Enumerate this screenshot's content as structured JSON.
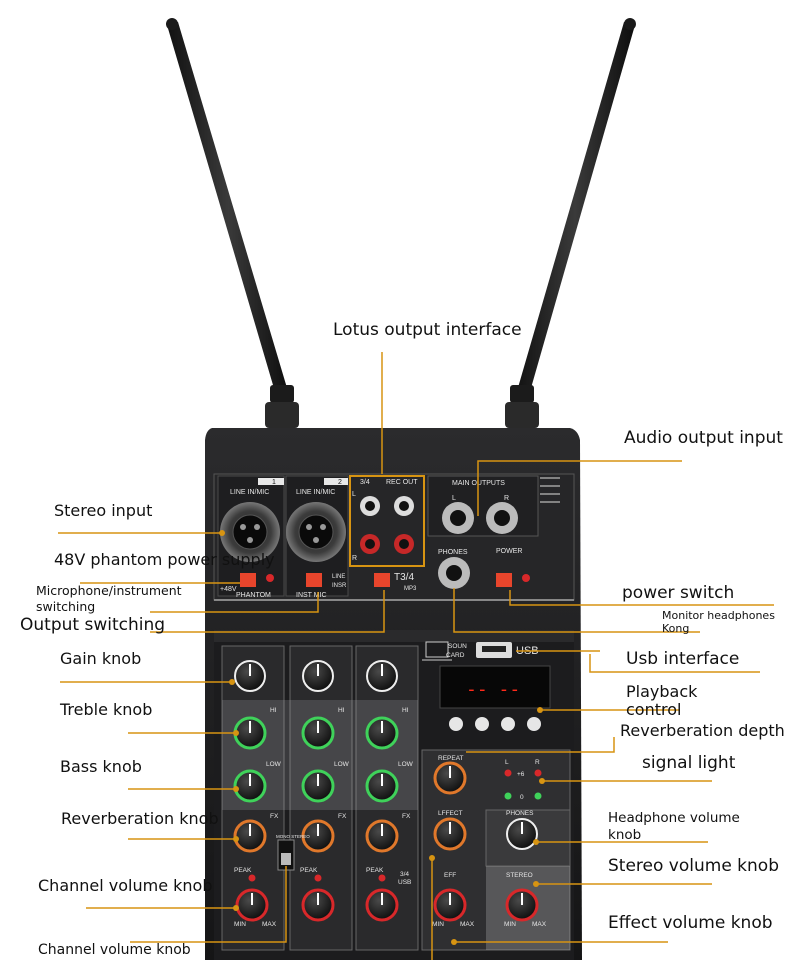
{
  "callouts": {
    "lotus_output": "Lotus output interface",
    "audio_output": "Audio output input",
    "stereo_input": "Stereo input",
    "phantom": "48V phantom power supply",
    "mic_inst_1": "Microphone/instrument",
    "mic_inst_2": "switching",
    "output_switching": "Output switching",
    "gain": "Gain knob",
    "treble": "Treble knob",
    "bass": "Bass knob",
    "reverb_knob": "Reverberation knob",
    "channel_volume_1": "Channel volume knob",
    "channel_volume_2": "Channel volume knob",
    "power_switch": "power switch",
    "monitor_1": "Monitor headphones",
    "monitor_2": "Kong",
    "usb": "Usb interface",
    "playback_1": "Playback",
    "playback_2": "control",
    "reverb_depth": "Reverberation depth",
    "signal_light": "signal light",
    "headphone_vol_1": "Headphone volume",
    "headphone_vol_2": "knob",
    "stereo_volume": "Stereo volume knob",
    "effect_volume": "Effect volume knob"
  },
  "panel": {
    "ch1_input": "LINE IN/MIC",
    "ch2_input": "LINE IN/MIC",
    "ch1_num": "1",
    "ch2_num": "2",
    "plus48v": "+48V",
    "phantom": "PHANTOM",
    "inst_mic": "INST MIC",
    "line": "LINE",
    "insr": "INSR",
    "rec_34": "3/4",
    "rec_out": "REC OUT",
    "t34": "T3/4",
    "mp3": "MP3",
    "main_outputs": "MAIN OUTPUTS",
    "phones": "PHONES",
    "power": "POWER",
    "l": "L",
    "r": "R",
    "sound_card_1": "SOUN",
    "sound_card_2": "CARD",
    "usb": "USB",
    "display": "-- --",
    "hi": "HI",
    "low": "LOW",
    "fx": "FX",
    "peak": "PEAK",
    "repeat": "REPEAT",
    "effect": "LFFECT",
    "eff": "EFF",
    "stereo": "STEREO",
    "phones_knob": "PHONES",
    "min": "MIN",
    "max": "MAX",
    "usb_34": "3/4",
    "usb_lbl": "USB",
    "mono_stereo": "MONO STEREO",
    "plus6": "+6",
    "zero": "0"
  },
  "colors": {
    "accent_line": "#d79412",
    "panel": "#1d1d1f",
    "knob_green": "#3fd25a",
    "knob_orange": "#e0782b",
    "knob_red": "#d8282a",
    "button_red": "#e8452c",
    "display_red": "#ff2a1a"
  }
}
